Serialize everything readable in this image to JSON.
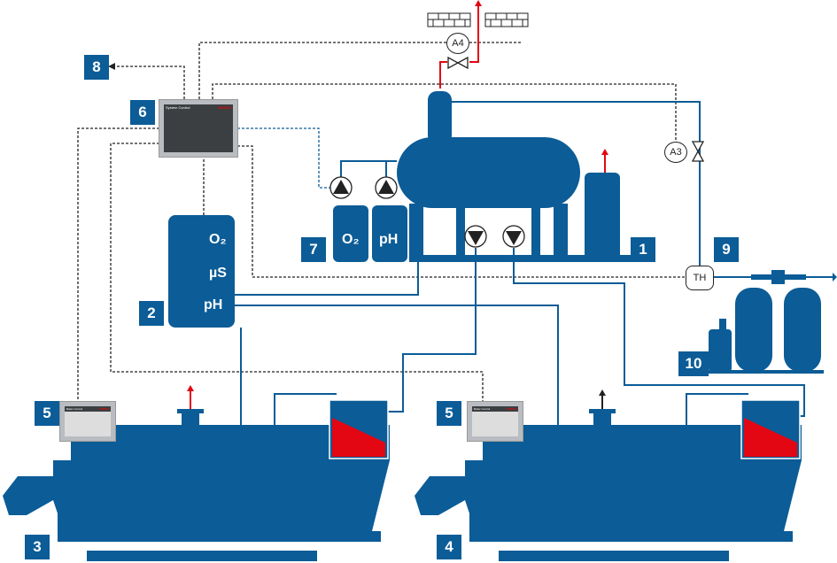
{
  "labels": {
    "l1": "1",
    "l2": "2",
    "l3": "3",
    "l4": "4",
    "l5a": "5",
    "l5b": "5",
    "l6": "6",
    "l7": "7",
    "l8": "8",
    "l9": "9",
    "l10": "10"
  },
  "analyzer": {
    "o2": "O₂",
    "us": "µS",
    "ph": "pH"
  },
  "dosing_tanks": {
    "o2": "O₂",
    "ph": "pH"
  },
  "instruments": {
    "a4": "A4",
    "a3": "A3",
    "th": "TH"
  },
  "system_control": {
    "title": "System Control",
    "brand": "BOSCH"
  },
  "boiler_control": {
    "title": "Boiler Control",
    "brand": "BOSCH"
  },
  "colors": {
    "equipment": "#0b5c97",
    "steam": "#e30613",
    "signal": "#222222"
  }
}
